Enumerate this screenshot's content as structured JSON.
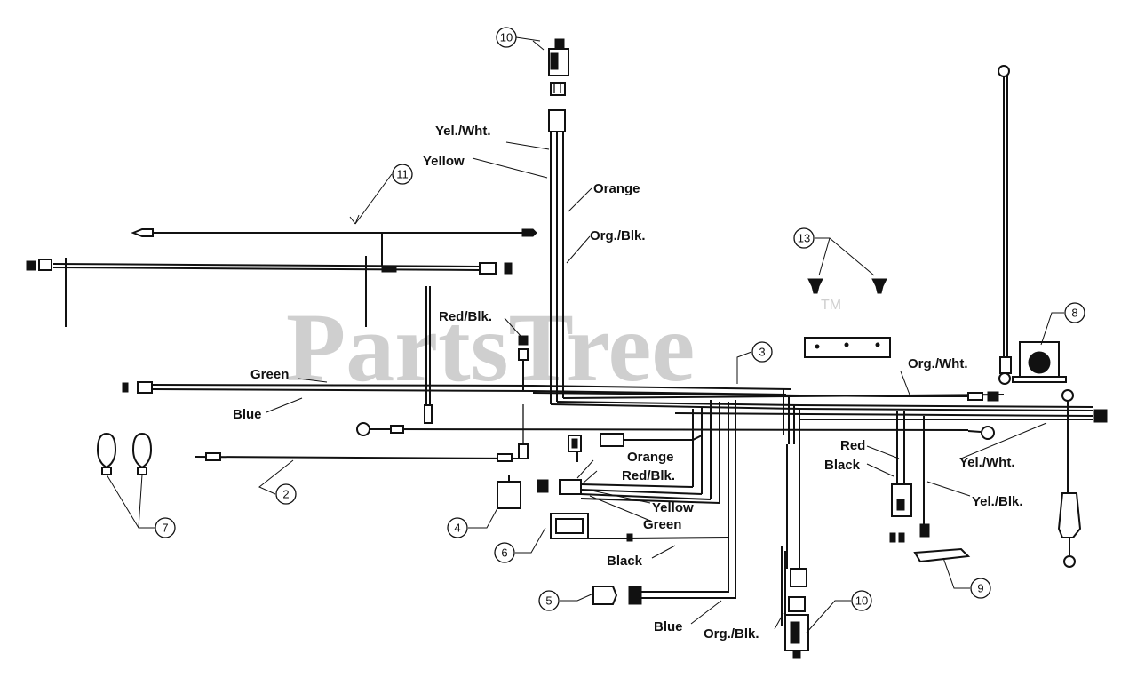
{
  "watermark": {
    "text": "PartsTree",
    "mark": "TM"
  },
  "wire_labels": {
    "yel_wht_top": "Yel./Wht.",
    "yellow_top": "Yellow",
    "orange_top": "Orange",
    "org_blk_top": "Org./Blk.",
    "red_blk_top": "Red/Blk.",
    "green_left": "Green",
    "blue_left": "Blue",
    "org_wht_right": "Org./Wht.",
    "red_right": "Red",
    "black_right": "Black",
    "yel_wht_right": "Yel./Wht.",
    "yel_blk_right": "Yel./Blk.",
    "orange_mid": "Orange",
    "red_blk_mid": "Red/Blk.",
    "yellow_mid": "Yellow",
    "green_mid": "Green",
    "black_mid": "Black",
    "blue_bottom": "Blue",
    "org_blk_bottom": "Org./Blk."
  },
  "callouts": {
    "c10_top": "10",
    "c11": "11",
    "c13": "13",
    "c3": "3",
    "c8": "8",
    "c2": "2",
    "c7": "7",
    "c4": "4",
    "c6": "6",
    "c5": "5",
    "c9": "9",
    "c10_bottom": "10"
  }
}
